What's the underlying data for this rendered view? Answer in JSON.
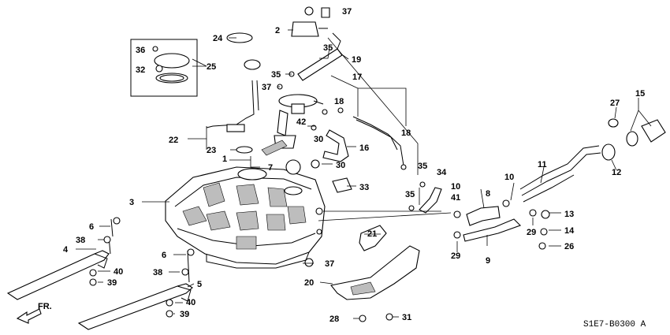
{
  "diagram": {
    "code": "S1E7-B0300 A",
    "direction_label": "FR.",
    "callouts": {
      "c1": "1",
      "c2": "2",
      "c3": "3",
      "c4": "4",
      "c5": "5",
      "c6a": "6",
      "c6b": "6",
      "c7": "7",
      "c8": "8",
      "c9": "9",
      "c10a": "10",
      "c10b": "10",
      "c11": "11",
      "c12": "12",
      "c13": "13",
      "c14": "14",
      "c15": "15",
      "c16": "16",
      "c17": "17",
      "c18a": "18",
      "c18b": "18",
      "c19": "19",
      "c20": "20",
      "c21": "21",
      "c22": "22",
      "c23": "23",
      "c24": "24",
      "c25": "25",
      "c26": "26",
      "c27": "27",
      "c28": "28",
      "c29a": "29",
      "c29b": "29",
      "c30a": "30",
      "c30b": "30",
      "c31": "31",
      "c32": "32",
      "c33": "33",
      "c34": "34",
      "c35a": "35",
      "c35b": "35",
      "c35c": "35",
      "c35d": "35",
      "c36": "36",
      "c37a": "37",
      "c37b": "37",
      "c37c": "37",
      "c38a": "38",
      "c38b": "38",
      "c39a": "39",
      "c39b": "39",
      "c40a": "40",
      "c40b": "40",
      "c41": "41",
      "c42": "42"
    }
  }
}
